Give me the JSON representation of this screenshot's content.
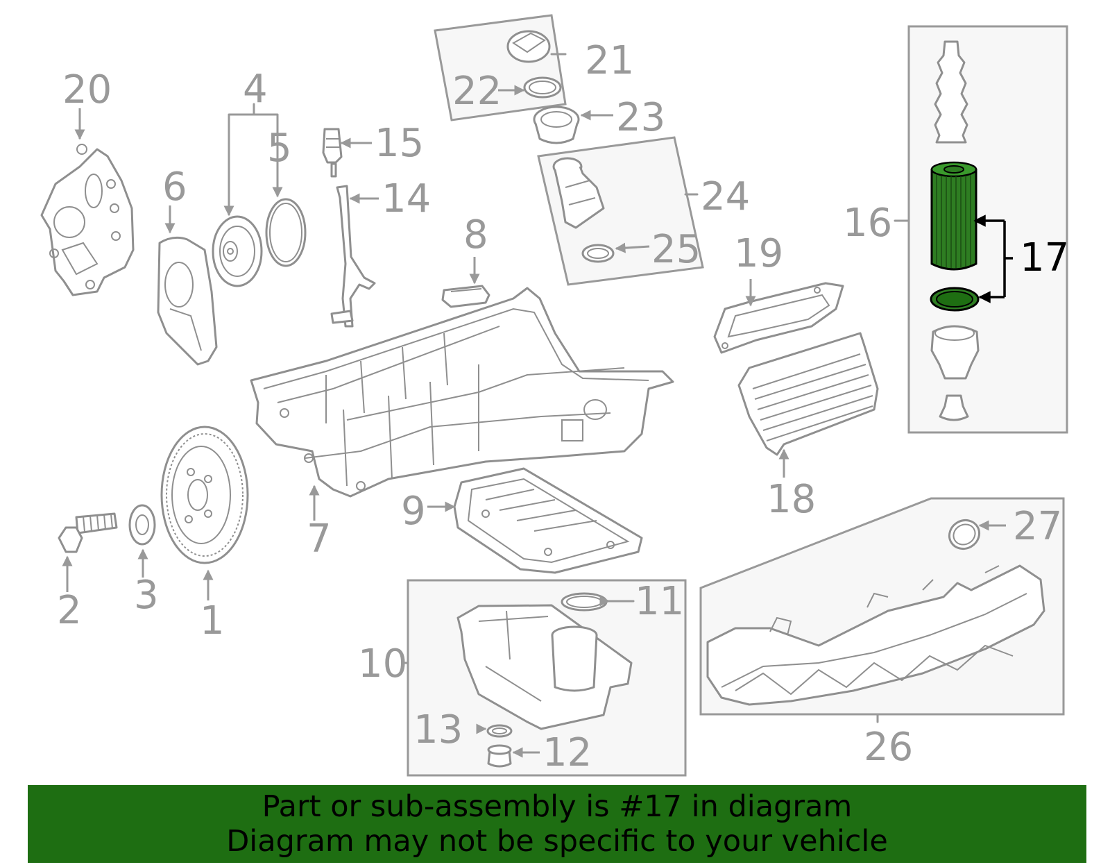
{
  "diagram": {
    "callouts": [
      "1",
      "2",
      "3",
      "4",
      "5",
      "6",
      "7",
      "8",
      "9",
      "10",
      "11",
      "12",
      "13",
      "14",
      "15",
      "16",
      "17",
      "18",
      "19",
      "20",
      "21",
      "22",
      "23",
      "24",
      "25",
      "26",
      "27"
    ],
    "highlighted_part": "17",
    "highlight_color": "#2e7d22",
    "banner_color": "#1e6e12"
  },
  "banner": {
    "line1": "Part or sub-assembly is #17 in diagram",
    "line2": "Diagram may not be specific to your vehicle"
  }
}
